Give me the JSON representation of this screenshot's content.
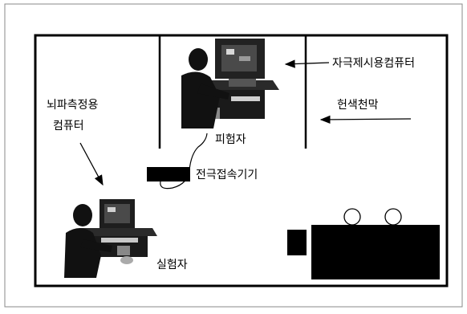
{
  "labels": {
    "stimulus_computer": "자극제시용컴퓨터",
    "white_curtain": "헌색천막",
    "eeg_computer_line1": "뇌파측정용",
    "eeg_computer_line2": "컴퓨터",
    "subject": "피험자",
    "electrode_device": "전극접속기기",
    "experimenter": "실험자"
  }
}
